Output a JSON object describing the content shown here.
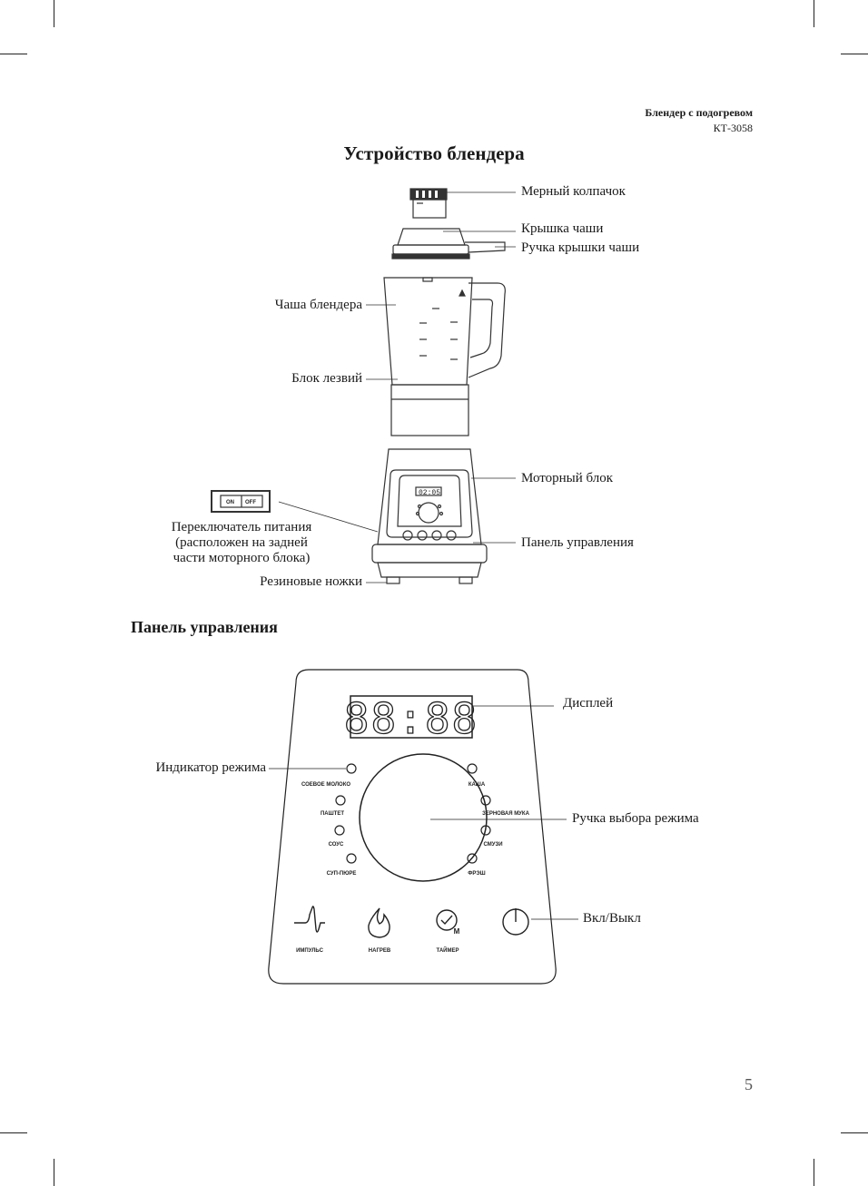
{
  "header": {
    "product_title": "Блендер с подогревом",
    "model": "КТ-3058"
  },
  "section1": {
    "title": "Устройство блендера",
    "callouts": {
      "measuring_cap": "Мерный колпачок",
      "jar_lid": "Крышка чаши",
      "lid_handle": "Ручка крышки чаши",
      "jar": "Чаша блендера",
      "blade_unit": "Блок лезвий",
      "motor_unit": "Моторный блок",
      "power_switch_line1": "Переключатель питания",
      "power_switch_line2": "(расположен на задней",
      "power_switch_line3": "части моторного блока)",
      "control_panel": "Панель управления",
      "rubber_feet": "Резиновые ножки"
    },
    "switch": {
      "on": "ON",
      "off": "OFF"
    },
    "small_display": "02:05"
  },
  "section2": {
    "title": "Панель управления",
    "display_value": "88:88",
    "callouts": {
      "display": "Дисплей",
      "mode_indicator": "Индикатор режима",
      "mode_knob": "Ручка выбора режима",
      "power": "Вкл/Выкл"
    },
    "modes_left": [
      "СОЕВОЕ МОЛОКО",
      "ПАШТЕТ",
      "СОУС",
      "СУП-ПЮРЕ"
    ],
    "modes_right": [
      "КАША",
      "ЗЕРНОВАЯ МУКА",
      "СМУЗИ",
      "ФРЭШ"
    ],
    "buttons": {
      "pulse": "ИМПУЛЬС",
      "heat": "НАГРЕВ",
      "timer": "ТАЙМЕР",
      "timer_badge": "M"
    }
  },
  "page_number": "5"
}
